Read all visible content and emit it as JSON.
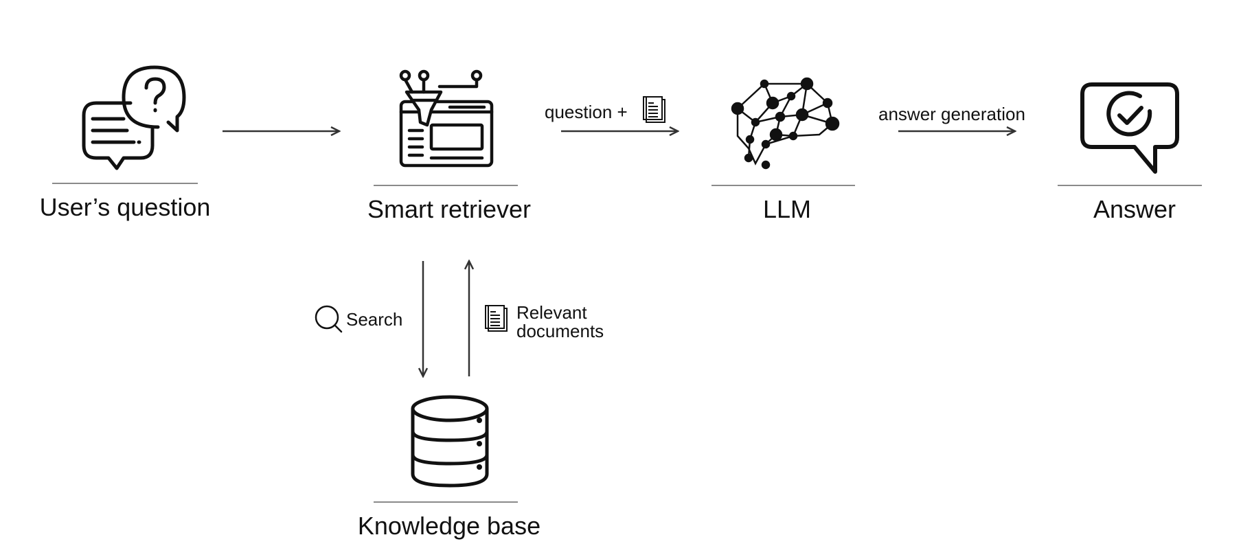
{
  "nodes": {
    "user_question": {
      "label": "User’s question",
      "icon": "chat-question-icon"
    },
    "smart_retriever": {
      "label": "Smart retriever",
      "icon": "funnel-browser-icon"
    },
    "llm": {
      "label": "LLM",
      "icon": "brain-network-icon"
    },
    "answer": {
      "label": "Answer",
      "icon": "check-speech-bubble-icon"
    },
    "knowledge_base": {
      "label": "Knowledge base",
      "icon": "database-icon"
    }
  },
  "edges": {
    "retriever_to_llm": {
      "label": "question +",
      "icon": "document-icon"
    },
    "llm_to_answer": {
      "label": "answer generation"
    },
    "search": {
      "label": "Search",
      "icon": "magnifier-icon"
    },
    "relevant_docs": {
      "label_line1": "Relevant",
      "label_line2": "documents",
      "icon": "document-icon"
    }
  },
  "colors": {
    "stroke": "#111111",
    "arrow": "#333333",
    "underline": "#8a8a8a"
  }
}
